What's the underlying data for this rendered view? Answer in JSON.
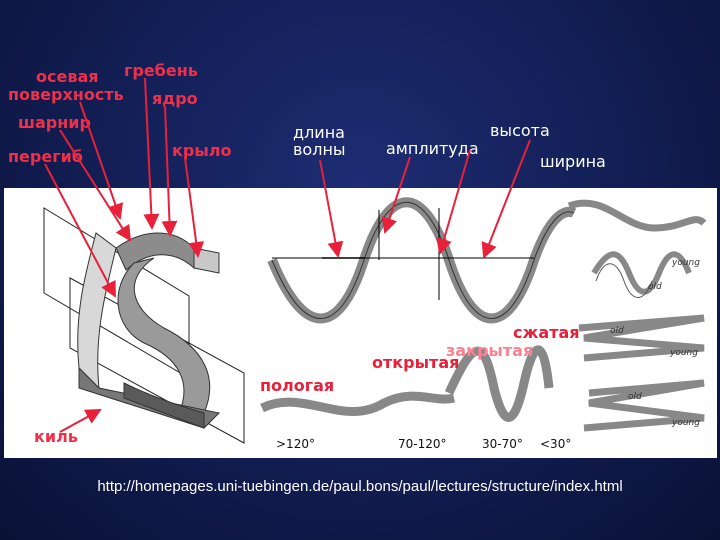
{
  "labels": {
    "axial_surface": [
      "осевая",
      "поверхность"
    ],
    "crest": "гребень",
    "core": "ядро",
    "hinge": "шарнир",
    "inflection": "перегиб",
    "limb": "крыло",
    "wavelength": [
      "длина",
      "волны"
    ],
    "amplitude": "амплитуда",
    "height": "высота",
    "width": "ширина",
    "keel": "киль"
  },
  "fold_types": {
    "tight": "сжатая",
    "closed": "закрытая",
    "open": "открытая",
    "gentle": "пологая"
  },
  "angles": [
    ">120°",
    "70-120°",
    "30-70°",
    "<30°"
  ],
  "age_labels": {
    "young": "young",
    "old": "old"
  },
  "url": "http://homepages.uni-tuebingen.de/paul.bons/paul/lectures/structure/index.html",
  "colors": {
    "background": "#121d52",
    "red_label": "#f0304a",
    "fold_gray": "#999999"
  }
}
